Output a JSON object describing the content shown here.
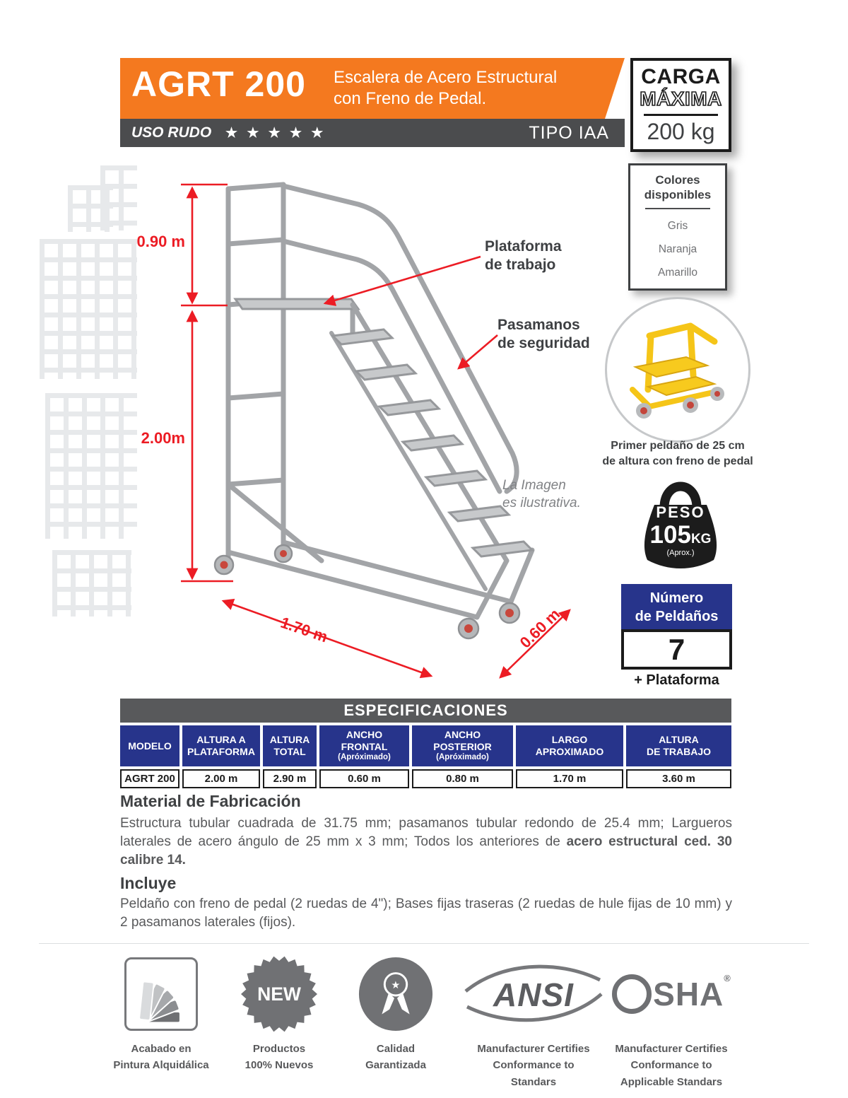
{
  "theme": {
    "orange": "#F4791F",
    "blue": "#27348B",
    "dark_gray": "#58595B",
    "red": "#EC1C24",
    "yellow": "#F7CA1E",
    "black": "#1B1B1B"
  },
  "header": {
    "model": "AGRT 200",
    "subtitle_line1": "Escalera de Acero Estructural",
    "subtitle_line2": "con Freno de Pedal.",
    "duty_label": "USO RUDO",
    "duty_stars": "★ ★ ★ ★ ★",
    "type_label": "TIPO IAA",
    "load": {
      "title_line1": "CARGA",
      "title_line2": "MÁXIMA",
      "value": "200 kg"
    }
  },
  "illustration": {
    "dims": {
      "guard_height": "0.90 m",
      "platform_height": "2.00m",
      "length": "1.70 m",
      "depth": "0.60 m"
    },
    "labels": {
      "platform_line1": "Plataforma",
      "platform_line2": "de trabajo",
      "handrail_line1": "Pasamanos",
      "handrail_line2": "de seguridad",
      "note_line1": "La Imagen",
      "note_line2": "es ilustrativa."
    }
  },
  "colors_box": {
    "title_line1": "Colores",
    "title_line2": "disponibles",
    "options": [
      "Gris",
      "Naranja",
      "Amarillo"
    ]
  },
  "first_step_note": {
    "line1": "Primer peldaño de 25 cm",
    "line2": "de altura con freno de pedal"
  },
  "weight_badge": {
    "label": "PESO",
    "value": "105",
    "unit": "KG",
    "approx": "(Aprox.)"
  },
  "steps_badge": {
    "title_line1": "Número",
    "title_line2": "de Peldaños",
    "count": "7",
    "extra": "+ Plataforma"
  },
  "specs": {
    "title": "ESPECIFICACIONES",
    "columns": [
      {
        "l1": "MODELO"
      },
      {
        "l1": "ALTURA A",
        "l2": "PLATAFORMA"
      },
      {
        "l1": "ALTURA",
        "l2": "TOTAL"
      },
      {
        "l1": "ANCHO",
        "l2": "FRONTAL",
        "l3": "(Apróximado)"
      },
      {
        "l1": "ANCHO",
        "l2": "POSTERIOR",
        "l3": "(Apróximado)"
      },
      {
        "l1": "LARGO",
        "l2": "APROXIMADO"
      },
      {
        "l1": "ALTURA",
        "l2": "DE TRABAJO"
      }
    ],
    "row": [
      "AGRT 200",
      "2.00 m",
      "2.90 m",
      "0.60 m",
      "0.80 m",
      "1.70 m",
      "3.60 m"
    ]
  },
  "material": {
    "title": "Material de Fabricación",
    "body_regular": "Estructura tubular cuadrada de 31.75 mm; pasamanos tubular redondo de 25.4 mm; Largueros laterales de acero ángulo de 25 mm x 3 mm; Todos los anteriores de ",
    "body_bold": "acero estructural ced. 30 calibre 14."
  },
  "includes": {
    "title": "Incluye",
    "body": "Peldaño con freno de pedal (2 ruedas de 4\"); Bases fijas traseras (2 ruedas de hule fijas de 10 mm) y 2 pasamanos laterales (fijos)."
  },
  "footer": {
    "badges": [
      {
        "icon": "paint-swatch-fan-icon",
        "label_line1": "Acabado en",
        "label_line2": "Pintura Alquidálica"
      },
      {
        "icon": "new-seal-icon",
        "icon_text": "NEW",
        "label_line1": "Productos",
        "label_line2": "100% Nuevos"
      },
      {
        "icon": "quality-medal-icon",
        "label_line1": "Calidad",
        "label_line2": "Garantizada"
      },
      {
        "icon": "ansi-logo",
        "icon_text": "ANSI",
        "label_line1": "Manufacturer Certifies",
        "label_line2": "Conformance to",
        "label_line3": "Standars"
      },
      {
        "icon": "osha-logo",
        "icon_text_o": "O",
        "icon_text_rest": "SHA",
        "reg_mark": "®",
        "label_line1": "Manufacturer Certifies",
        "label_line2": "Conformance to",
        "label_line3": "Applicable Standars"
      }
    ]
  }
}
